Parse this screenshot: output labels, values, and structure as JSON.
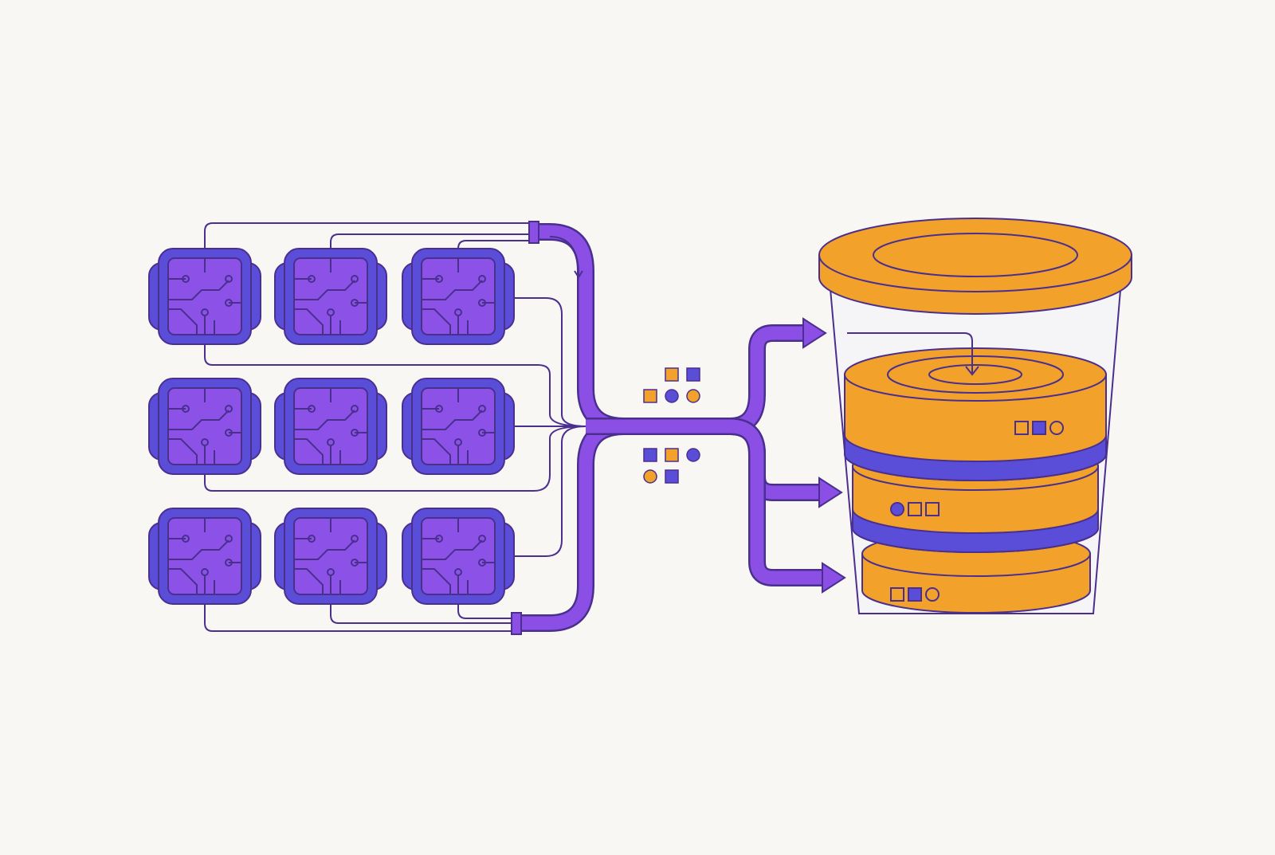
{
  "colors": {
    "background": "#f8f7f4",
    "chip_outer": "#5a4ed8",
    "chip_inner": "#8c52e8",
    "outline": "#4a2f8f",
    "pipe": "#8c4fe6",
    "database_orange": "#f2a12a",
    "database_band": "#5a4ed8",
    "wire": "#4a2f8f"
  },
  "diagram": {
    "chip_grid": {
      "rows": 3,
      "columns": 3
    },
    "icons": [
      "chip-icon",
      "data-token-icon",
      "database-icon",
      "arrow-icon"
    ],
    "database": {
      "layers": 3,
      "indicators": [
        [
          "square",
          "square",
          "circle"
        ],
        [
          "circle",
          "square",
          "square"
        ],
        [
          "square",
          "square",
          "circle"
        ]
      ]
    },
    "tokens": [
      [
        "empty",
        "orange",
        "blue"
      ],
      [
        "orange",
        "blue",
        "orange"
      ],
      [
        "blue",
        "orange",
        "blue"
      ],
      [
        "orange",
        "blue",
        "empty"
      ]
    ]
  }
}
